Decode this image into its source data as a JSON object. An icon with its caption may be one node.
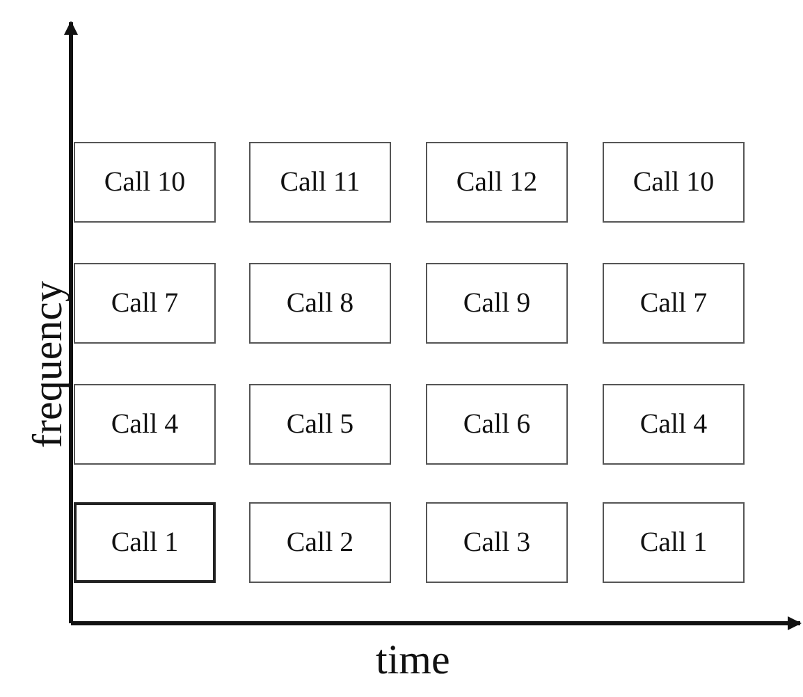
{
  "diagram": {
    "nodes": [
      {
        "text": [
          "Call 10"
        ]
      },
      {
        "text": [
          "Call 11"
        ]
      },
      {
        "text": [
          "Call 12"
        ]
      },
      {
        "text": [
          "Call 10"
        ]
      },
      {
        "text": [
          "Call 7"
        ]
      },
      {
        "text": [
          "Call 8"
        ]
      },
      {
        "text": [
          "Call 9"
        ]
      },
      {
        "text": [
          "Call 7"
        ]
      },
      {
        "text": [
          "Call 4"
        ]
      },
      {
        "text": [
          "Call 5"
        ]
      },
      {
        "text": [
          "Call 6"
        ]
      },
      {
        "text": [
          "Call 4"
        ]
      },
      {
        "text": [
          "Call 1"
        ]
      },
      {
        "text": [
          "Call 2"
        ]
      },
      {
        "text": [
          "Call 3"
        ]
      },
      {
        "text": [
          "Call 1"
        ]
      }
    ],
    "edges": [],
    "labels": [
      "frequency",
      "time"
    ]
  }
}
